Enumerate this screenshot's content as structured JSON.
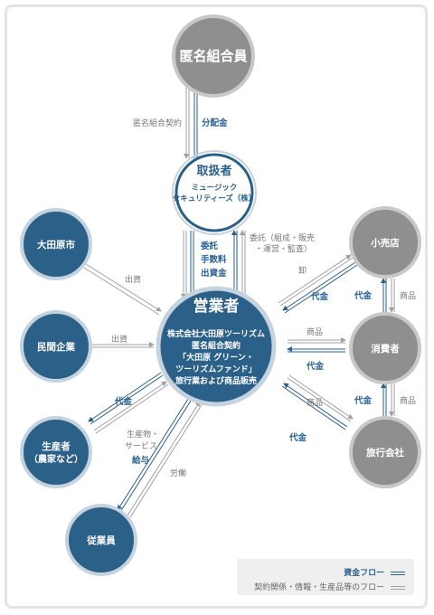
{
  "nodes": {
    "investors": "匿名組合員",
    "handler_title": "取扱者",
    "handler_sub1": "ミュージック",
    "handler_sub2": "セキュリティーズ（株）",
    "city": "大田原市",
    "private": "民間企業",
    "producer1": "生産者",
    "producer2": "（農家など）",
    "employee": "従業員",
    "retail": "小売店",
    "consumer": "消費者",
    "travel": "旅行会社",
    "operator_title": "営業者",
    "operator_l1": "株式会社大田原ツーリズム",
    "operator_l2": "匿名組合契約",
    "operator_l3": "「大田原 グリーン・",
    "operator_l4": "ツーリズムファンド」",
    "operator_l5": "旅行業および商品販売"
  },
  "labels": {
    "contract": "匿名組合契約",
    "dividend": "分配金",
    "commission": "委託",
    "fee": "手数料",
    "capital": "出資金",
    "consign1": "委託（組成・販売",
    "consign2": "・運営・監査）",
    "invest_city": "出資",
    "invest_private": "出資",
    "wholesale": "卸",
    "price_retail": "代金",
    "goods_consumer": "商品",
    "price_consumer": "代金",
    "goods_travel": "商品",
    "price_travel": "代金",
    "price_vert1": "代金",
    "goods_vert1": "商品",
    "price_vert2": "代金",
    "goods_vert2": "商品",
    "price_producer": "代金",
    "products1": "生産物・",
    "products2": "サービス",
    "salary": "給与",
    "labor": "労働"
  },
  "legend": {
    "money": "資金フロー",
    "other": "契約関係・情報・生産品等のフロー"
  },
  "colors": {
    "navy": "#2b6089",
    "gray": "#8f8f8f",
    "ring": "#c5d3df",
    "blue_text": "#2a6291",
    "gray_text": "#777777"
  }
}
